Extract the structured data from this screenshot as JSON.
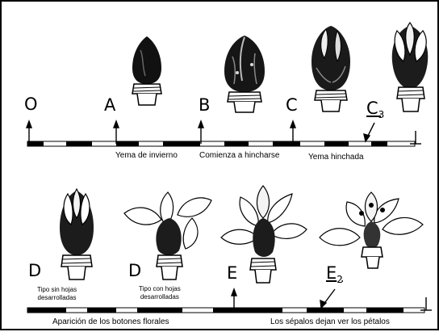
{
  "row1": {
    "stages": {
      "o": "O",
      "a": "A",
      "b": "B",
      "c": "C",
      "c3": {
        "letter": "C",
        "sub": "3"
      }
    },
    "captions": {
      "a": "Yema de invierno",
      "b": "Comienza a hincharse",
      "c": "Yema hinchada"
    }
  },
  "row2": {
    "stages": {
      "d1": "D",
      "d2": "D",
      "e": "E",
      "e2": {
        "letter": "E",
        "sub": "2"
      }
    },
    "captions": {
      "d1_line1": "Tipo sin hojas",
      "d1_line2": "desarrolladas",
      "d2_line1": "Tipo con hojas",
      "d2_line2": "desarrolladas",
      "bottom_left": "Aparición de los botones florales",
      "bottom_right": "Los sépalos dejan ver los pétalos"
    }
  }
}
